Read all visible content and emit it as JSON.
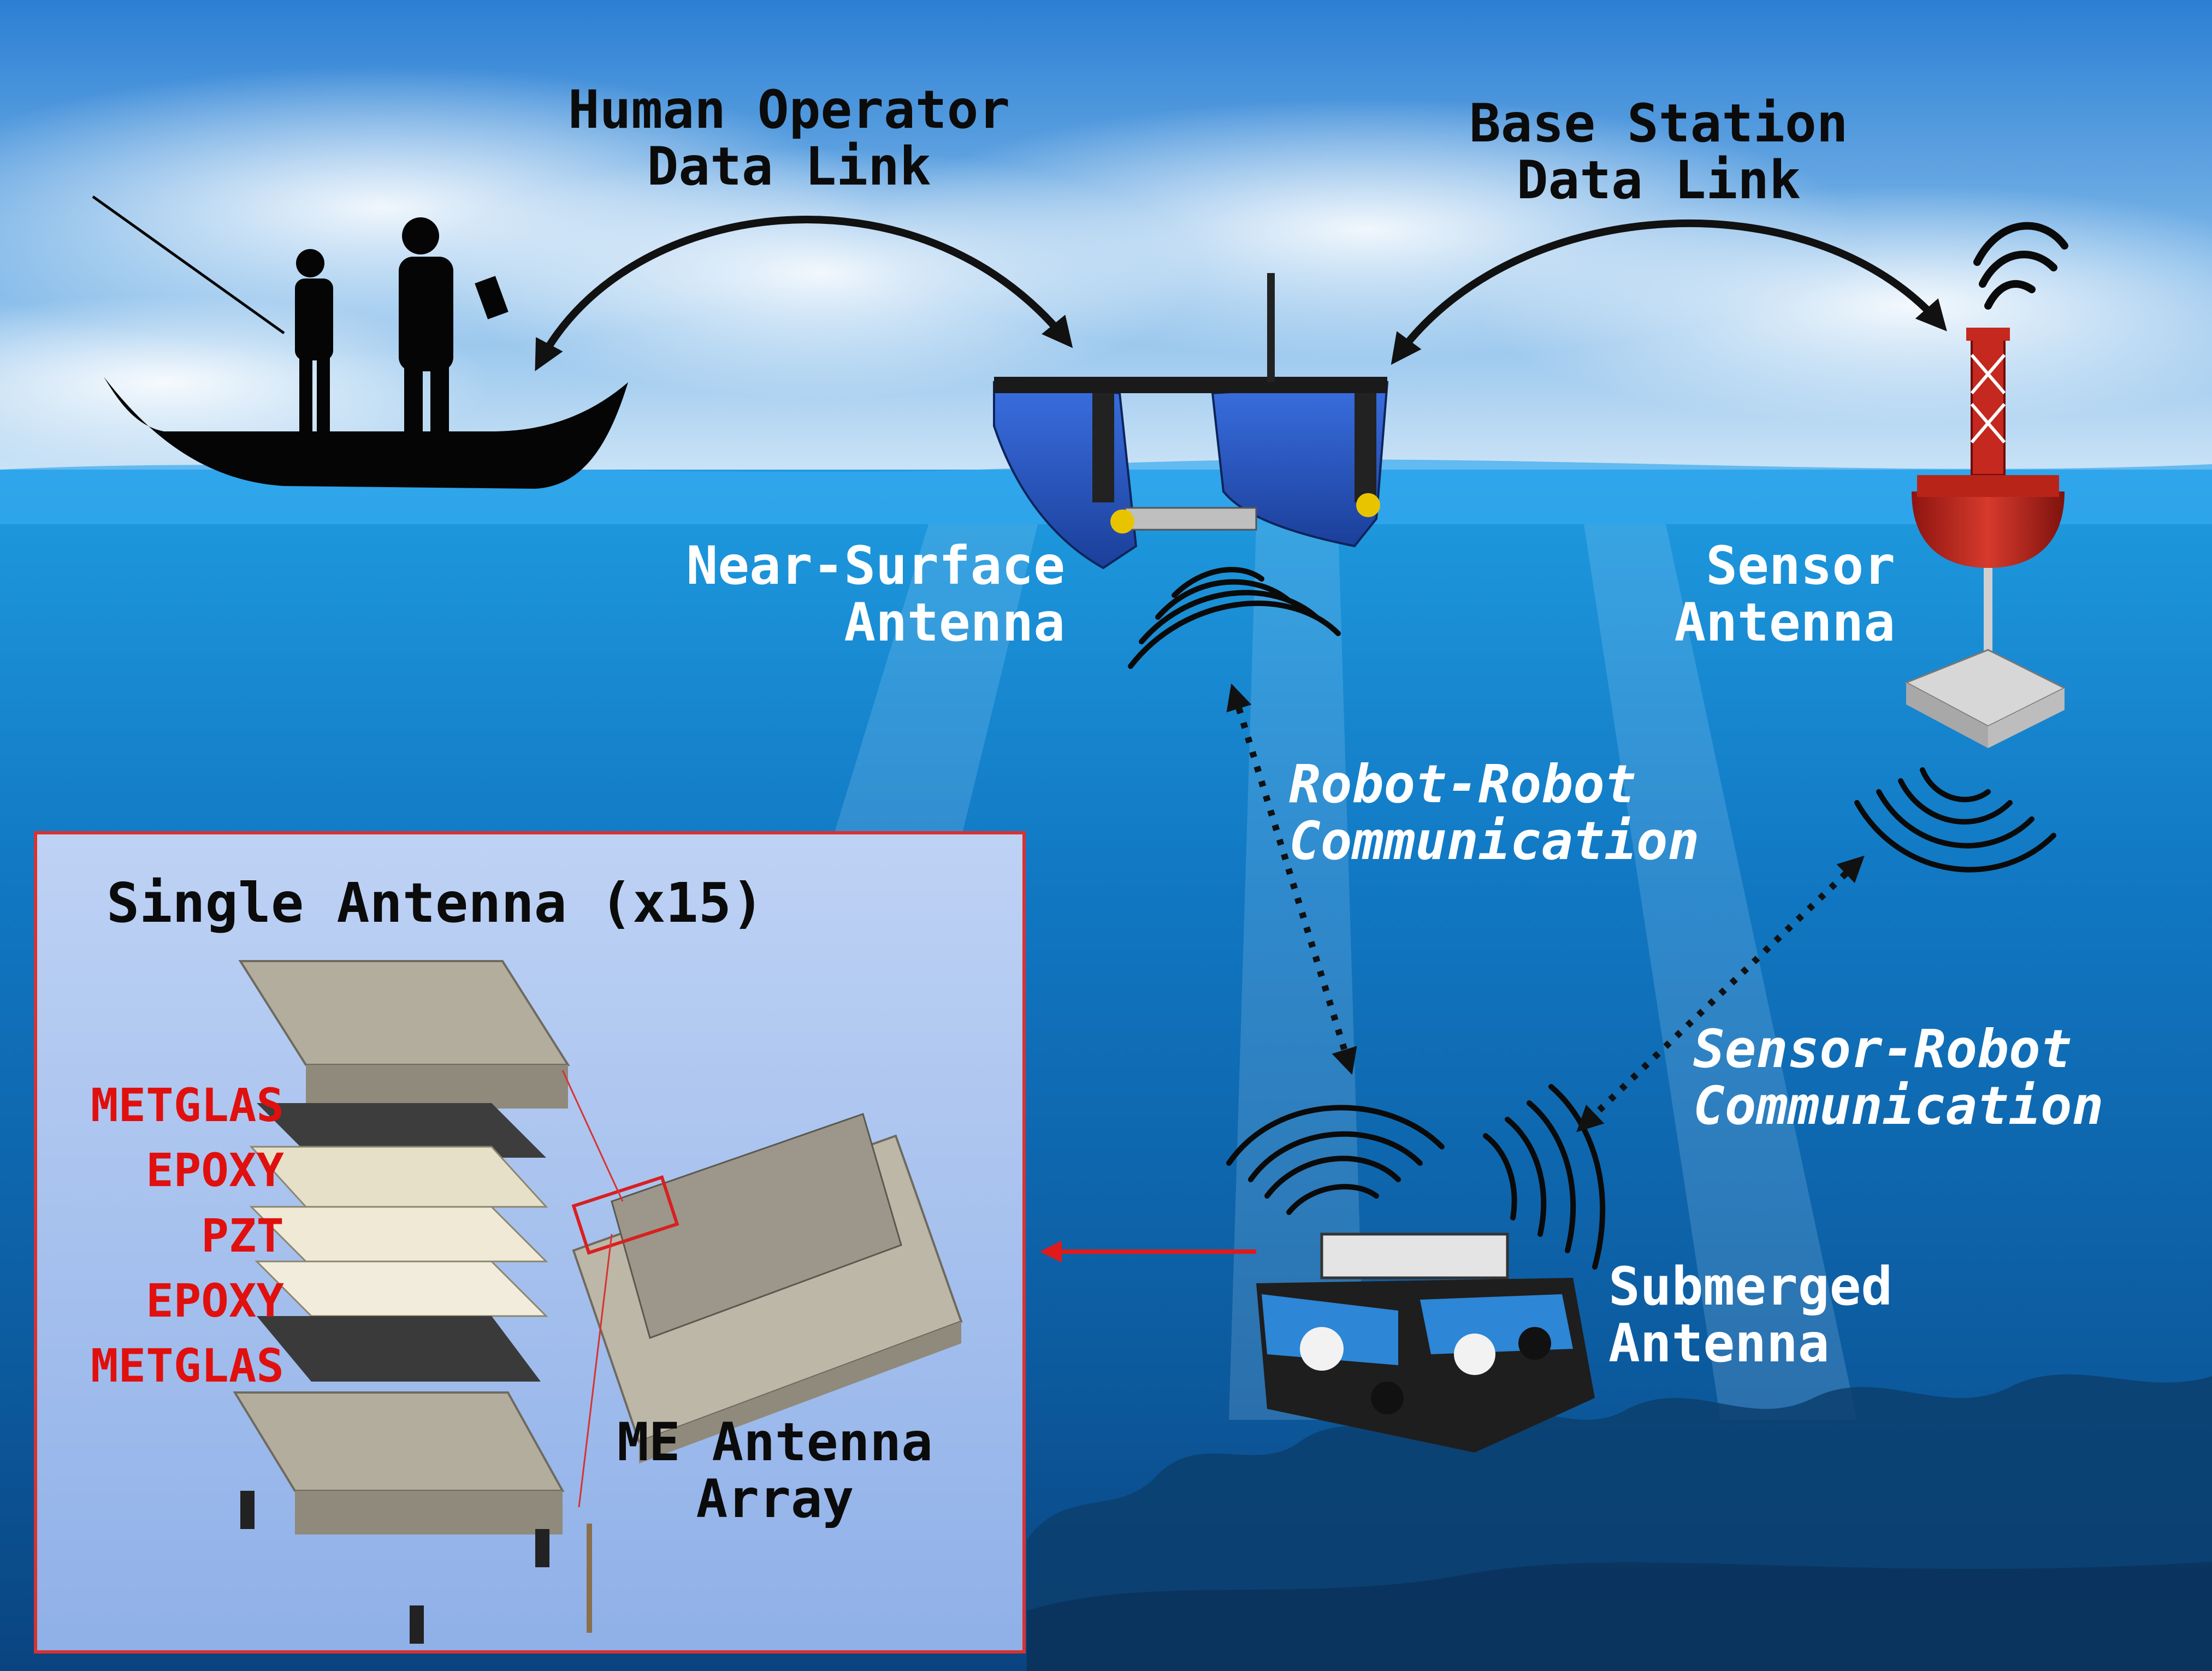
{
  "links": {
    "human_operator": [
      "Human Operator",
      "Data Link"
    ],
    "base_station": [
      "Base Station",
      "Data Link"
    ]
  },
  "antennas": {
    "near_surface": [
      "Near-Surface",
      "Antenna"
    ],
    "sensor": [
      "Sensor",
      "Antenna"
    ],
    "submerged": [
      "Submerged",
      "Antenna"
    ]
  },
  "communication": {
    "robot_robot": [
      "Robot-Robot",
      "Communication"
    ],
    "sensor_robot": [
      "Sensor-Robot",
      "Communication"
    ]
  },
  "inset": {
    "title": "Single Antenna (x15)",
    "layers": [
      "METGLAS",
      "EPOXY",
      "PZT",
      "EPOXY",
      "METGLAS"
    ],
    "array_label": [
      "ME Antenna",
      "Array"
    ]
  },
  "colors": {
    "sky_top": "#2f86d8",
    "sea_surface": "#1b8fd3",
    "sea_deep": "#0d4f8f",
    "inset_bg": "#a9c3ee",
    "layer_label": "#e0100f",
    "arrow": "#111111",
    "link_arrow": "#e01a1a",
    "hull_blue": "#2458c8",
    "buoy_red": "#c4281f"
  },
  "icons": [
    "boat-silhouette-icon",
    "surface-robot-icon",
    "buoy-icon",
    "rov-icon",
    "wifi-icon"
  ]
}
